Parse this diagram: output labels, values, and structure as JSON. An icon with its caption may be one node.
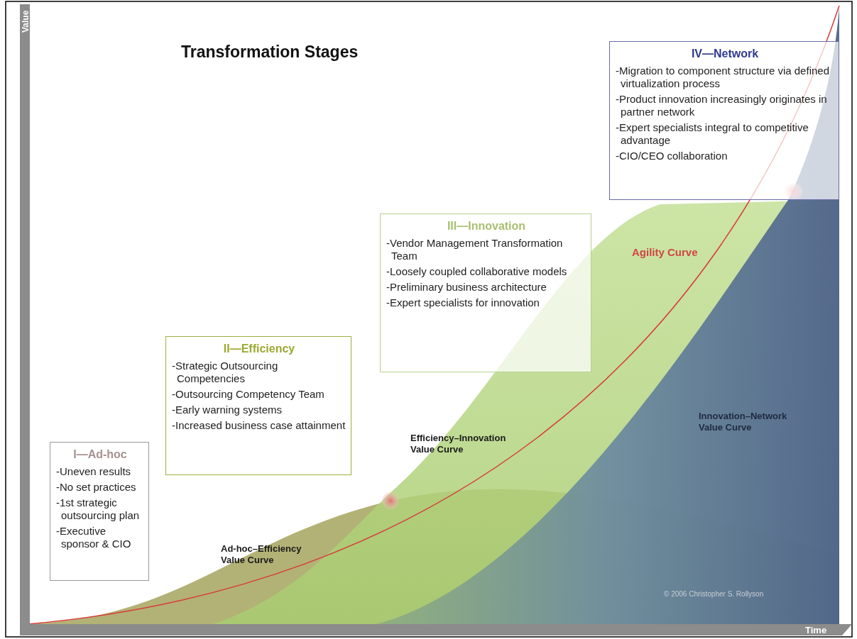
{
  "diagram": {
    "title": "Transformation Stages",
    "nodes": [
      {
        "text": [
          "I—Ad-hoc",
          "-Uneven results",
          "-No set practices",
          "-1st strategic outsourcing plan",
          "-Executive sponsor & CIO"
        ]
      },
      {
        "text": [
          "II—Efficiency",
          "-Strategic Outsourcing Competencies",
          "-Outsourcing Competency Team",
          "-Early warning systems",
          "-Increased business case attainment"
        ]
      },
      {
        "text": [
          "III—Innovation",
          "-Vendor Management Transformation Team",
          "-Loosely coupled collaborative models",
          "-Preliminary business architecture",
          "-Expert specialists for innovation"
        ]
      },
      {
        "text": [
          "IV—Network",
          "-Migration to component structure via defined virtualization process",
          "-Product innovation increasingly originates in partner network",
          "-Expert specialists integral to competitive advantage",
          "-CIO/CEO collaboration"
        ]
      }
    ],
    "labels": [
      "Value",
      "Agility Curve",
      "Efficiency–Innovation Value Curve",
      "Innovation–Network Value Curve",
      "Ad-hoc–Efficiency Value Curve",
      "© 2006 Christopher S. Rollyson",
      "Time"
    ]
  }
}
